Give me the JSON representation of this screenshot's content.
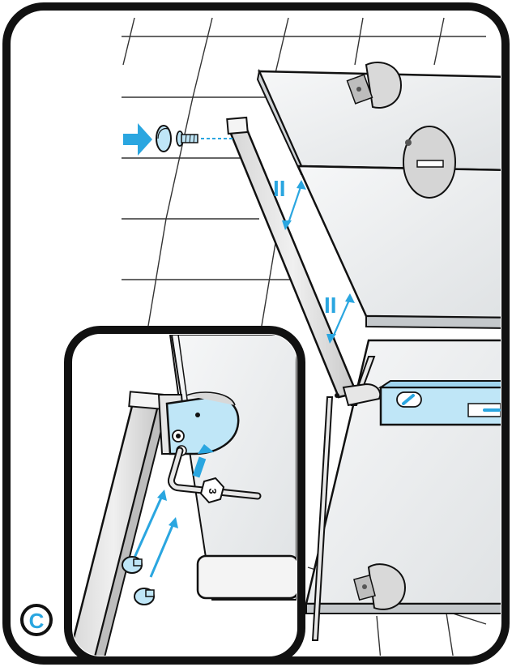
{
  "step": {
    "letter": "C",
    "accent_color": "#2aa6e0"
  },
  "parallel_marks": [
    {
      "id": "upper",
      "label": "II"
    },
    {
      "id": "lower",
      "label": "II"
    }
  ],
  "detail_view": {
    "tool_size_label": "3",
    "tool": "hex-key-icon"
  },
  "icons": [
    "direction-arrow-icon",
    "cap-icon",
    "screw-icon",
    "level-tool-icon",
    "glass-clamp-icon",
    "leveling-foot-icon"
  ],
  "colors": {
    "outline": "#1a1a1a",
    "accent": "#2aa6e0",
    "accent_light": "#bfe6f7",
    "glass": "#eef0f1",
    "rail": "#e2e2e2",
    "clamp": "#d9d9d9"
  }
}
